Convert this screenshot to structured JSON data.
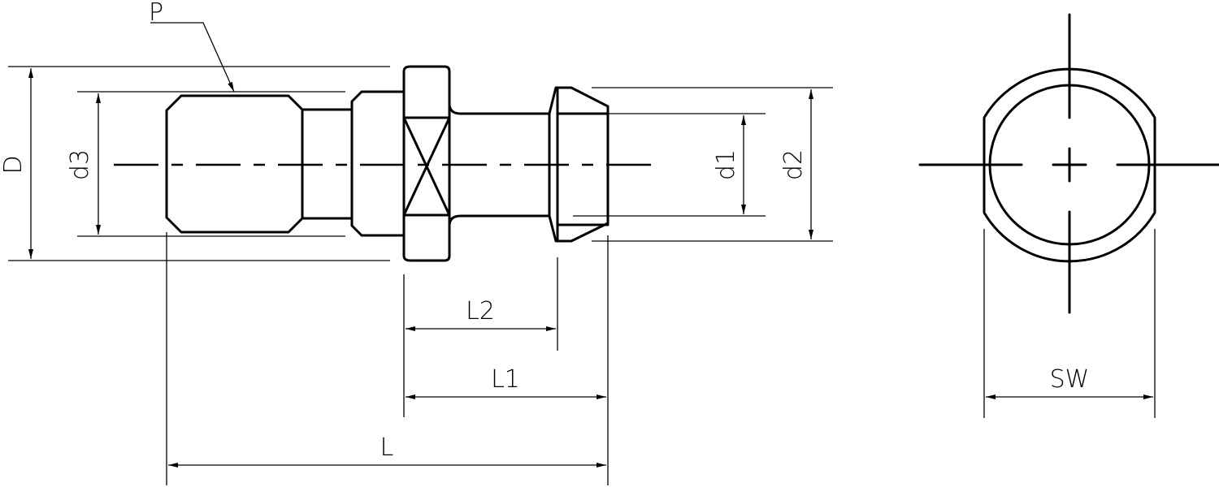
{
  "drawing": {
    "labels": {
      "P": "P",
      "D": "D",
      "d3": "d3",
      "d1": "d1",
      "d2": "d2",
      "L2": "L2",
      "L1": "L1",
      "L": "L",
      "SW": "SW"
    },
    "colors": {
      "line": "#000000",
      "background": "#ffffff"
    }
  }
}
